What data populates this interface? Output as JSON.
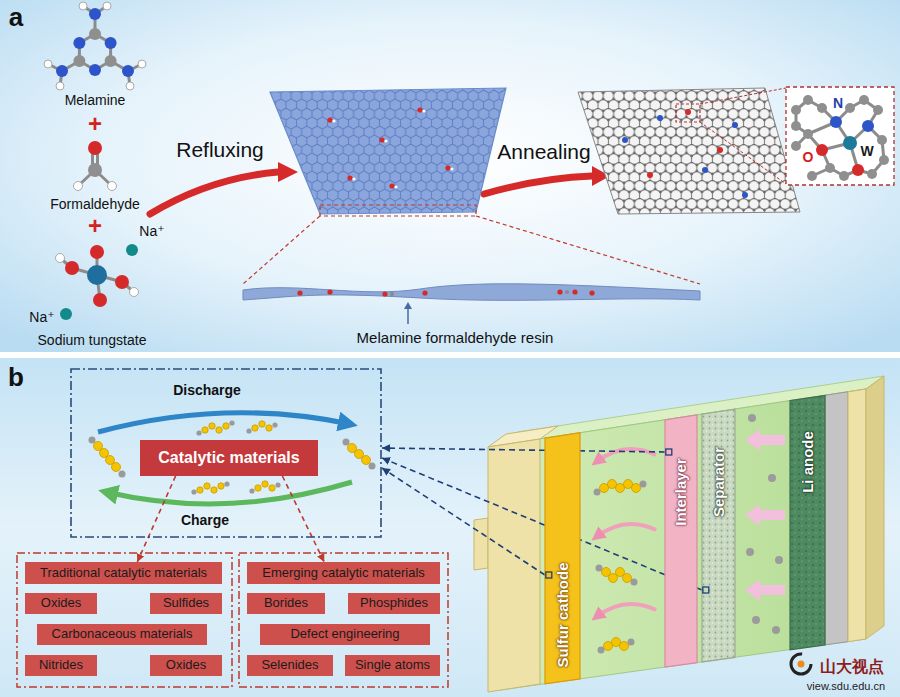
{
  "diagram": {
    "nodes": [
      {
        "text": [
          "Discharge",
          "Charge"
        ]
      },
      {
        "text": [
          "Catalytic materials"
        ],
        "in": 0
      },
      {
        "text": [
          "Traditional catalytic materials"
        ]
      },
      {
        "text": [
          "Oxides"
        ]
      },
      {
        "text": [
          "Sulfides"
        ]
      },
      {
        "text": [
          "Carbonaceous materials"
        ]
      },
      {
        "text": [
          "Nitrides"
        ]
      },
      {
        "text": [
          "Oxides"
        ]
      },
      {
        "text": [
          "Emerging catalytic materials"
        ]
      },
      {
        "text": [
          "Borides"
        ]
      },
      {
        "text": [
          "Phosphides"
        ]
      },
      {
        "text": [
          "Defect engineering"
        ]
      },
      {
        "text": [
          "Selenides"
        ]
      },
      {
        "text": [
          "Single atoms"
        ]
      },
      {
        "text": [
          "Sulfur cathode"
        ]
      },
      {
        "text": [
          "Interlayer"
        ]
      },
      {
        "text": [
          "Separator"
        ]
      },
      {
        "text": [
          "Li anode"
        ]
      }
    ],
    "edges": [
      {
        "from": 1,
        "to": 2,
        "arrow": "to"
      },
      {
        "from": 1,
        "to": 8,
        "arrow": "to"
      },
      {
        "from": 15,
        "to": 0,
        "arrow": "to"
      },
      {
        "from": 14,
        "to": 0,
        "arrow": "to"
      },
      {
        "from": 16,
        "to": 0,
        "arrow": "to"
      }
    ],
    "labels": [
      "a",
      "Melamine",
      "+",
      "Formaldehyde",
      "+",
      "Na⁺",
      "Na⁺",
      "Sodium tungstate",
      "Refluxing",
      "Annealing",
      "N",
      "O",
      "W",
      "Melamine formaldehyde resin",
      "b",
      "山大视点",
      "view.sdu.edu.cn"
    ]
  }
}
